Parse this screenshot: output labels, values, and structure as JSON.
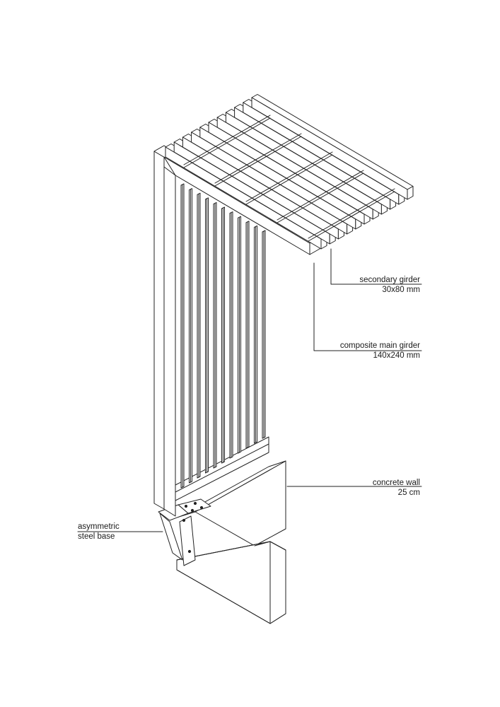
{
  "callouts": {
    "secondary_girder": {
      "name": "secondary girder",
      "size": "30x80 mm"
    },
    "composite_main_girder": {
      "name": "composite main girder",
      "size": "140x240 mm"
    },
    "concrete_wall": {
      "name": "concrete wall",
      "size": "25 cm"
    },
    "steel_base": {
      "line1": "asymmetric",
      "line2": "steel base"
    }
  },
  "colors": {
    "line": "#222222",
    "background": "#ffffff"
  }
}
